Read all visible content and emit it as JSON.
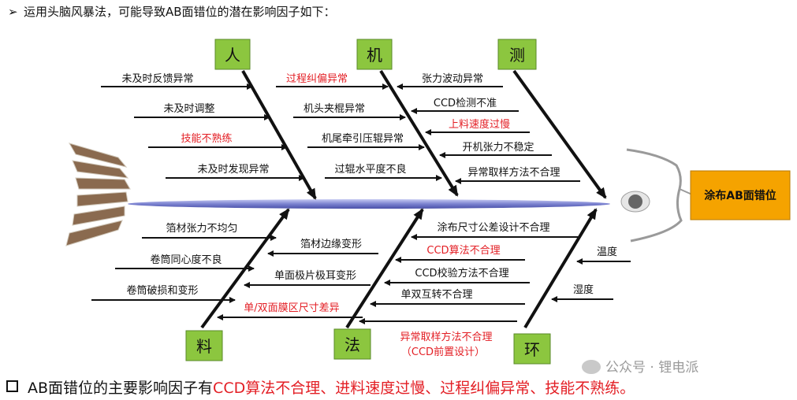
{
  "intro_text": "运用头脑风暴法，可能导致AB面错位的潜在影响因子如下：",
  "effect": "涂布AB面错位",
  "categories": {
    "ren": "人",
    "ji": "机",
    "ce": "测",
    "liao": "料",
    "fa": "法",
    "huan": "环"
  },
  "causes": {
    "ren": [
      {
        "text": "未及时反馈异常",
        "highlight": false
      },
      {
        "text": "未及时调整",
        "highlight": false
      },
      {
        "text": "技能不熟练",
        "highlight": true
      },
      {
        "text": "未及时发现异常",
        "highlight": false
      }
    ],
    "ji": [
      {
        "text": "过程纠偏异常",
        "highlight": true
      },
      {
        "text": "机头夹棍异常",
        "highlight": false
      },
      {
        "text": "机尾牵引压辊异常",
        "highlight": false
      },
      {
        "text": "过辊水平度不良",
        "highlight": false
      }
    ],
    "ce": [
      {
        "text": "张力波动异常",
        "highlight": false
      },
      {
        "text": "CCD检测不准",
        "highlight": false
      },
      {
        "text": "上料速度过慢",
        "highlight": true
      },
      {
        "text": "开机张力不稳定",
        "highlight": false
      },
      {
        "text": "异常取样方法不合理",
        "highlight": false
      }
    ],
    "liao": [
      {
        "text": "箔材张力不均匀",
        "highlight": false
      },
      {
        "text": "箔材边缘变形",
        "highlight": false
      },
      {
        "text": "卷筒同心度不良",
        "highlight": false
      },
      {
        "text": "单面极片极耳变形",
        "highlight": false
      },
      {
        "text": "卷筒破损和变形",
        "highlight": false
      },
      {
        "text": "单/双面膜区尺寸差异",
        "highlight": true
      }
    ],
    "fa": [
      {
        "text": "涂布尺寸公差设计不合理",
        "highlight": false
      },
      {
        "text": "CCD算法不合理",
        "highlight": true
      },
      {
        "text": "CCD校验方法不合理",
        "highlight": false
      },
      {
        "text": "单双互转不合理",
        "highlight": false
      },
      {
        "text": "异常取样方法不合理",
        "highlight": true
      },
      {
        "text": "（CCD前置设计）",
        "highlight": true
      }
    ],
    "huan": [
      {
        "text": "温度",
        "highlight": false
      },
      {
        "text": "湿度",
        "highlight": false
      }
    ]
  },
  "conclusion": {
    "prefix": "AB面错位的主要影响因子有",
    "highlight": "CCD算法不合理、进料速度过慢、过程纠偏异常、技能不熟练。"
  },
  "watermark": "公众号 · 锂电派",
  "colors": {
    "category_box": "#8cc63f",
    "effect_box": "#f5a300",
    "spine": "#7b82d0",
    "highlight_text": "#e31e24",
    "fin": "#8a6a4f"
  }
}
